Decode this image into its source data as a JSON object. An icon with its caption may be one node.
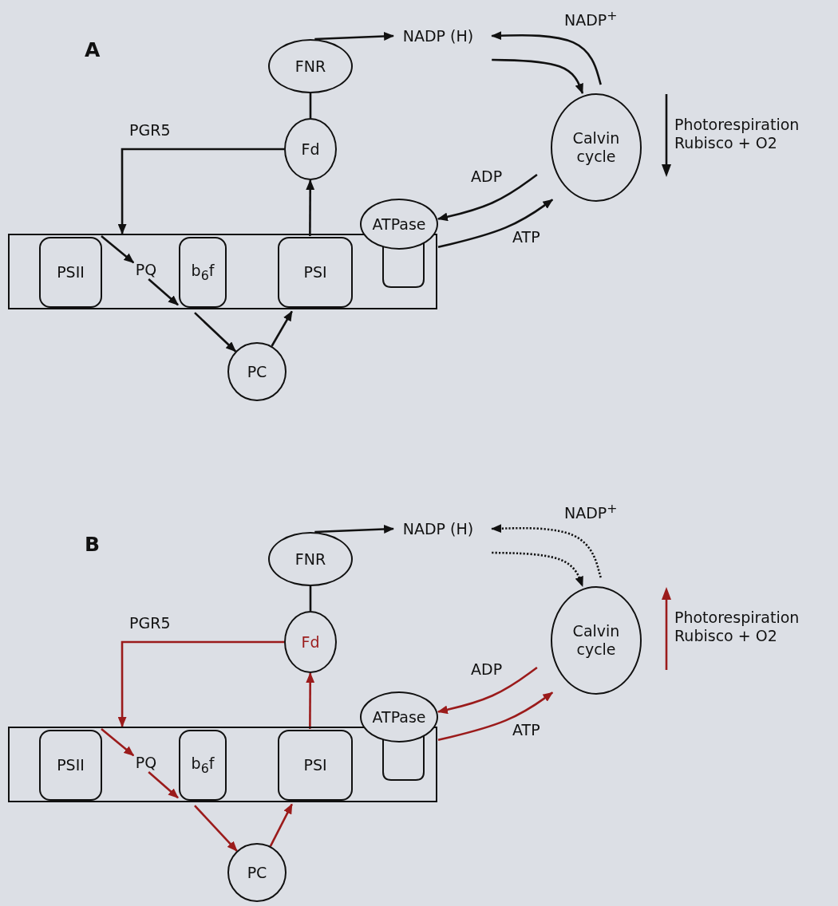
{
  "diagram": {
    "nodes": [
      {
        "text": [],
        "shape": "box"
      },
      {
        "text": [
          "PSII"
        ],
        "in": 0
      },
      {
        "text": [
          "PQ"
        ],
        "in": 0
      },
      {
        "text": [
          "b$_{6}$f"
        ],
        "in": 0
      },
      {
        "text": [
          "PSI"
        ],
        "in": 0
      },
      {
        "text": [
          "ATPase"
        ]
      },
      {
        "text": [
          "FNR"
        ]
      },
      {
        "text": [
          "Fd"
        ]
      },
      {
        "text": [
          "PC"
        ]
      },
      {
        "text": [
          "NADP (H)"
        ]
      },
      {
        "text": [
          "Calvin cycle"
        ]
      },
      {
        "text": [],
        "shape": "box"
      },
      {
        "text": [
          "PSII"
        ],
        "in": 11
      },
      {
        "text": [
          "PQ"
        ],
        "in": 11
      },
      {
        "text": [
          "b$_{6}$f"
        ],
        "in": 11
      },
      {
        "text": [
          "PSI"
        ],
        "in": 11
      },
      {
        "text": [
          "ATPase"
        ]
      },
      {
        "text": [
          "FNR"
        ]
      },
      {
        "text": [
          "Fd"
        ]
      },
      {
        "text": [
          "PC"
        ]
      },
      {
        "text": [
          "NADP (H)"
        ]
      },
      {
        "text": [
          "Calvin cycle"
        ]
      }
    ],
    "edges": [
      {
        "from": 7,
        "to": 0,
        "arrow": "to",
        "label": "PGR5"
      },
      {
        "from": 1,
        "to": 2,
        "arrow": "to"
      },
      {
        "from": 2,
        "to": 3,
        "arrow": "to"
      },
      {
        "from": 3,
        "to": 8,
        "arrow": "to"
      },
      {
        "from": 8,
        "to": 4,
        "arrow": "to"
      },
      {
        "from": 4,
        "to": 7,
        "arrow": "to"
      },
      {
        "from": 7,
        "to": 6,
        "arrow": "none"
      },
      {
        "from": 6,
        "to": 9,
        "arrow": "to"
      },
      {
        "from": 10,
        "to": 9,
        "arrow": "to",
        "label": "NADP$^{+}$"
      },
      {
        "from": 9,
        "to": 10,
        "arrow": "to"
      },
      {
        "from": 10,
        "to": 5,
        "arrow": "to",
        "label": "ADP"
      },
      {
        "from": 5,
        "to": 10,
        "arrow": "to",
        "label": "ATP"
      },
      {
        "from": 18,
        "to": 11,
        "arrow": "to",
        "label": "PGR5",
        "color": "#9b1b1b"
      },
      {
        "from": 12,
        "to": 13,
        "arrow": "to",
        "color": "#9b1b1b"
      },
      {
        "from": 13,
        "to": 14,
        "arrow": "to",
        "color": "#9b1b1b"
      },
      {
        "from": 14,
        "to": 19,
        "arrow": "to",
        "color": "#9b1b1b"
      },
      {
        "from": 19,
        "to": 15,
        "arrow": "to",
        "color": "#9b1b1b"
      },
      {
        "from": 15,
        "to": 18,
        "arrow": "to",
        "color": "#9b1b1b"
      },
      {
        "from": 18,
        "to": 17,
        "arrow": "none"
      },
      {
        "from": 17,
        "to": 20,
        "arrow": "to"
      },
      {
        "from": 21,
        "to": 20,
        "arrow": "to",
        "label": "NADP$^{+}$",
        "style": "dashed"
      },
      {
        "from": 20,
        "to": 21,
        "arrow": "to",
        "style": "dashed"
      },
      {
        "from": 21,
        "to": 16,
        "arrow": "to",
        "label": "ADP",
        "color": "#9b1b1b"
      },
      {
        "from": 16,
        "to": 21,
        "arrow": "to",
        "label": "ATP",
        "color": "#9b1b1b"
      }
    ],
    "labels": [
      "A",
      "Photorespiration Rubisco + O2",
      "B",
      "Photorespiration Rubisco + O2"
    ]
  }
}
